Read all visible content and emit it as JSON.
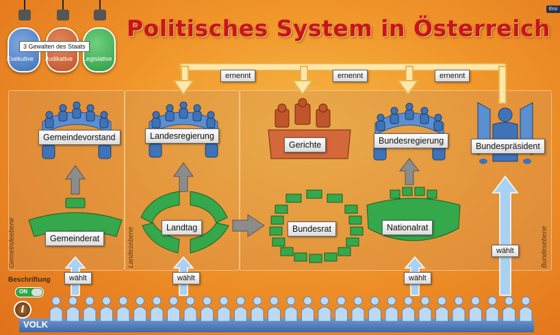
{
  "title": "Politisches System in Österreich",
  "corner_label": "Ersi",
  "gewalten": {
    "caption": "3 Gewalten des Staats",
    "bulbs": [
      {
        "label": "Exekutive",
        "color": "#3f73b8"
      },
      {
        "label": "Judikative",
        "color": "#c0542a"
      },
      {
        "label": "Legislative",
        "color": "#2f9e45"
      }
    ]
  },
  "ebenen": {
    "gemeinde": "Gemeindeebene",
    "landes": "Landesebene",
    "bundes": "Bundesebene"
  },
  "ernennt_label": "ernennt",
  "organs": {
    "gemeindevorstand": "Gemeindevorstand",
    "landesregierung": "Landesregierung",
    "gerichte": "Gerichte",
    "bundesregierung": "Bundesregierung",
    "bundespraesident": "Bundespräsident",
    "gemeinderat": "Gemeinderat",
    "landtag": "Landtag",
    "bundesrat": "Bundesrat",
    "nationalrat": "Nationalrat"
  },
  "waehlt_label": "wählt",
  "beschriftung": "Beschriftung",
  "toggle_label": "ON",
  "info_symbol": "i",
  "volk_label": "VOLK",
  "colors": {
    "exekutive": "#3f73b8",
    "judikative": "#c0542a",
    "legislative": "#2f9e45",
    "title": "#c8151b"
  }
}
